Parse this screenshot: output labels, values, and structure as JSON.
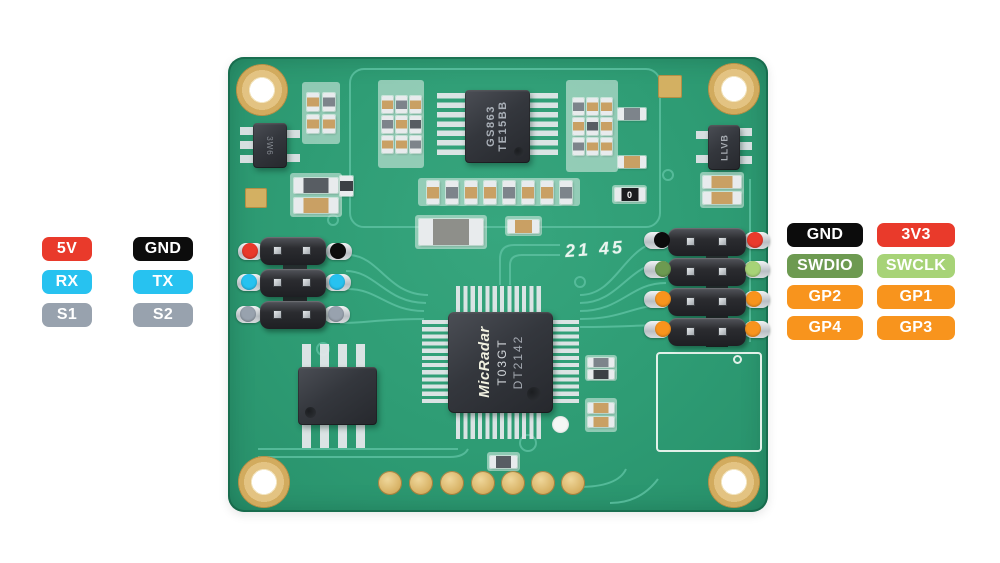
{
  "pinout": {
    "left": [
      {
        "label": "5V",
        "color": "#e93a2b"
      },
      {
        "label": "GND",
        "color": "#0c0c0c"
      },
      {
        "label": "RX",
        "color": "#27c2f0"
      },
      {
        "label": "TX",
        "color": "#27c2f0"
      },
      {
        "label": "S1",
        "color": "#98a2ae"
      },
      {
        "label": "S2",
        "color": "#98a2ae"
      }
    ],
    "right": [
      {
        "label": "GND",
        "color": "#0c0c0c"
      },
      {
        "label": "3V3",
        "color": "#e93a2b"
      },
      {
        "label": "SWDIO",
        "color": "#6d9a51"
      },
      {
        "label": "SWCLK",
        "color": "#a7d377"
      },
      {
        "label": "GP2",
        "color": "#f8941d"
      },
      {
        "label": "GP1",
        "color": "#f8941d"
      },
      {
        "label": "GP4",
        "color": "#f8941d"
      },
      {
        "label": "GP3",
        "color": "#f8941d"
      }
    ]
  },
  "board": {
    "silkscreen_date_code": "21 45",
    "main_ic": {
      "brand": "MicRadar",
      "model": "T03GT",
      "lot": "DT2142"
    },
    "top_ic": {
      "line1": "GS863",
      "line2": "TE15BB"
    },
    "regulator_right_marking": "LLVB",
    "regulator_left_marking": "3W6",
    "resistor_marking": "0"
  }
}
